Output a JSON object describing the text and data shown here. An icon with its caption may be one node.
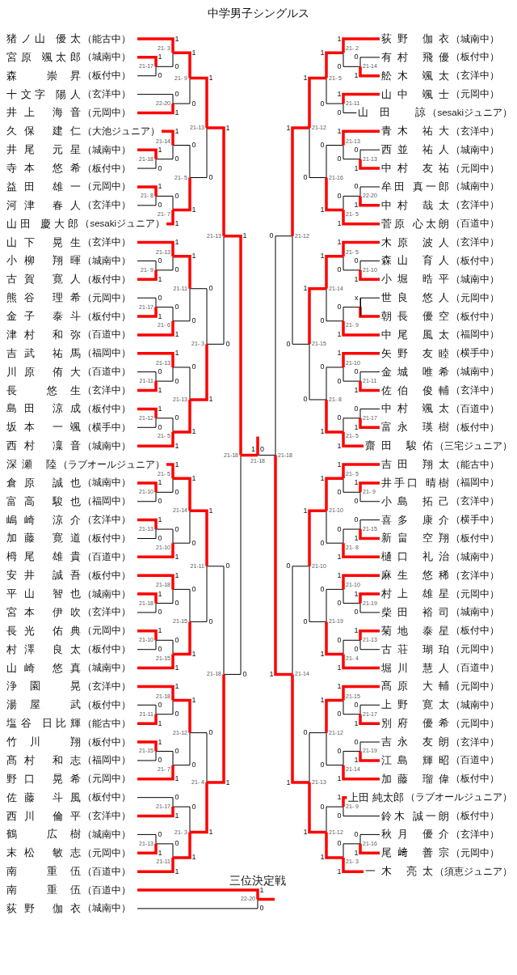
{
  "diagram": {
    "title": "中学男子シングルス",
    "nodes": [
      {
        "text": [
          "猪ノ山 優太",
          "（能古中）"
        ]
      },
      {
        "text": [
          "宮原 颯太郎",
          "（城南中）"
        ]
      },
      {
        "text": [
          "森 崇昇",
          "（板付中）"
        ]
      },
      {
        "text": [
          "十文字 陽人",
          "（玄洋中）"
        ]
      },
      {
        "text": [
          "井上 海音",
          "（元岡中）"
        ]
      },
      {
        "text": [
          "久保 建仁",
          "（大池ジュニア）"
        ]
      },
      {
        "text": [
          "井尾 元星",
          "（城南中）"
        ]
      },
      {
        "text": [
          "寺本 悠希",
          "（板付中）"
        ]
      },
      {
        "text": [
          "益田 雄一",
          "（元岡中）"
        ]
      },
      {
        "text": [
          "河津 春人",
          "（玄洋中）"
        ]
      },
      {
        "text": [
          "山田 慶大郎",
          "（sesakiジュニア）"
        ]
      },
      {
        "text": [
          "山下 晃生",
          "（玄洋中）"
        ]
      },
      {
        "text": [
          "小柳 翔暉",
          "（城南中）"
        ]
      },
      {
        "text": [
          "古賀 寛人",
          "（板付中）"
        ]
      },
      {
        "text": [
          "熊谷 理希",
          "（元岡中）"
        ]
      },
      {
        "text": [
          "金子 泰斗",
          "（板付中）"
        ]
      },
      {
        "text": [
          "津村 和弥",
          "（百道中）"
        ]
      },
      {
        "text": [
          "吉武 祐馬",
          "（福岡中）"
        ]
      },
      {
        "text": [
          "川原 侑大",
          "（百道中）"
        ]
      },
      {
        "text": [
          "長 悠生",
          "（玄洋中）"
        ]
      },
      {
        "text": [
          "島田 涼成",
          "（板付中）"
        ]
      },
      {
        "text": [
          "坂本 一颯",
          "（横手中）"
        ]
      },
      {
        "text": [
          "西村 凜音",
          "（城南中）"
        ]
      },
      {
        "text": [
          "深瀬 陸",
          "（ラブオールジュニア）"
        ]
      },
      {
        "text": [
          "倉原 誠也",
          "（城南中）"
        ]
      },
      {
        "text": [
          "富高 駿也",
          "（福岡中）"
        ]
      },
      {
        "text": [
          "嶋崎 涼介",
          "（玄洋中）"
        ]
      },
      {
        "text": [
          "加藤 寛道",
          "（板付中）"
        ]
      },
      {
        "text": [
          "栂尾 雄貴",
          "（百道中）"
        ]
      },
      {
        "text": [
          "安井 誠吾",
          "（板付中）"
        ]
      },
      {
        "text": [
          "平山 智也",
          "（城南中）"
        ]
      },
      {
        "text": [
          "宮本 伊吹",
          "（玄洋中）"
        ]
      },
      {
        "text": [
          "長光 佑典",
          "（元岡中）"
        ]
      },
      {
        "text": [
          "村澤 良太",
          "（板付中）"
        ]
      },
      {
        "text": [
          "山崎 悠真",
          "（城南中）"
        ]
      },
      {
        "text": [
          "浄園 晃",
          "（玄洋中）"
        ]
      },
      {
        "text": [
          "湯屋 武",
          "（板付中）"
        ]
      },
      {
        "text": [
          "塩谷 日比輝",
          "（能古中）"
        ]
      },
      {
        "text": [
          "竹川 翔",
          "（板付中）"
        ]
      },
      {
        "text": [
          "髙村 和志",
          "（福岡中）"
        ]
      },
      {
        "text": [
          "野口 晃希",
          "（元岡中）"
        ]
      },
      {
        "text": [
          "佐藤 斗風",
          "（板付中）"
        ]
      },
      {
        "text": [
          "西川 倫平",
          "（玄洋中）"
        ]
      },
      {
        "text": [
          "鶴 広樹",
          "（城南中）"
        ]
      },
      {
        "text": [
          "末松 敏志",
          "（元岡中）"
        ]
      },
      {
        "text": [
          "南 重伍",
          "（百道中）"
        ]
      },
      {
        "text": [
          "荻野 伽衣",
          "（城南中）"
        ]
      },
      {
        "text": [
          "有村 飛優",
          "（板付中）"
        ]
      },
      {
        "text": [
          "舩木 颯太",
          "（玄洋中）"
        ]
      },
      {
        "text": [
          "山中 颯士",
          "（元岡中）"
        ]
      },
      {
        "text": [
          "山田 諒",
          "（sesakiジュニア）"
        ]
      },
      {
        "text": [
          "青木 祐大",
          "（玄洋中）"
        ]
      },
      {
        "text": [
          "西並 祐人",
          "（城南中）"
        ]
      },
      {
        "text": [
          "中村 友祐",
          "（元岡中）"
        ]
      },
      {
        "text": [
          "牟田 真一郎",
          "（城南中）"
        ]
      },
      {
        "text": [
          "中村 哉太",
          "（玄洋中）"
        ]
      },
      {
        "text": [
          "菅原 心太朗",
          "（百道中）"
        ]
      },
      {
        "text": [
          "木原 波人",
          "（玄洋中）"
        ]
      },
      {
        "text": [
          "森山 育人",
          "（板付中）"
        ]
      },
      {
        "text": [
          "小堀 晧平",
          "（城南中）"
        ]
      },
      {
        "text": [
          "世良 悠人",
          "（元岡中）"
        ]
      },
      {
        "text": [
          "朝長 優空",
          "（板付中）"
        ]
      },
      {
        "text": [
          "中尾 風太",
          "（福岡中）"
        ]
      },
      {
        "text": [
          "矢野 友睦",
          "（横手中）"
        ]
      },
      {
        "text": [
          "金城 唯希",
          "（城南中）"
        ]
      },
      {
        "text": [
          "佐伯 俊輔",
          "（玄洋中）"
        ]
      },
      {
        "text": [
          "中村 颯太",
          "（百道中）"
        ]
      },
      {
        "text": [
          "富永 瑛樹",
          "（板付中）"
        ]
      },
      {
        "text": [
          "齋田 駿佑",
          "（三宅ジュニア）"
        ]
      },
      {
        "text": [
          "吉田 翔太",
          "（能古中）"
        ]
      },
      {
        "text": [
          "井手口 晴樹",
          "（福岡中）"
        ]
      },
      {
        "text": [
          "小島 拓己",
          "（玄洋中）"
        ]
      },
      {
        "text": [
          "喜多 康介",
          "（横手中）"
        ]
      },
      {
        "text": [
          "新畠 空翔",
          "（板付中）"
        ]
      },
      {
        "text": [
          "樋口 礼治",
          "（城南中）"
        ]
      },
      {
        "text": [
          "麻生 悠稀",
          "（玄洋中）"
        ]
      },
      {
        "text": [
          "村上 雄星",
          "（元岡中）"
        ]
      },
      {
        "text": [
          "柴田 裕司",
          "（城南中）"
        ]
      },
      {
        "text": [
          "菊地 泰星",
          "（板付中）"
        ]
      },
      {
        "text": [
          "古荘 瑚珀",
          "（元岡中）"
        ]
      },
      {
        "text": [
          "堀川 慧人",
          "（百道中）"
        ]
      },
      {
        "text": [
          "髙原 大輔",
          "（元岡中）"
        ]
      },
      {
        "text": [
          "上野 寛太",
          "（城南中）"
        ]
      },
      {
        "text": [
          "別府 優希",
          "（元岡中）"
        ]
      },
      {
        "text": [
          "吉永 友朗",
          "（玄洋中）"
        ]
      },
      {
        "text": [
          "江島 輝昭",
          "（百道中）"
        ]
      },
      {
        "text": [
          "加藤 瑠偉",
          "（板付中）"
        ]
      },
      {
        "text": [
          "上田 純太郎",
          "（ラブオールジュニア）"
        ]
      },
      {
        "text": [
          "鈴木 誠一朗",
          "（板付中）"
        ]
      },
      {
        "text": [
          "秋月 優介",
          "（玄洋中）"
        ]
      },
      {
        "text": [
          "尾﨑 善宗",
          "（元岡中）"
        ]
      },
      {
        "text": [
          "一木 亮太",
          "（須恵ジュニア）"
        ]
      },
      {
        "text": [
          "南 重伍",
          "（百道中）"
        ]
      },
      {
        "text": [
          "荻野 伽衣",
          "（城南中）"
        ]
      },
      {
        "text": [
          "21-17"
        ]
      },
      {
        "text": [
          "21- 3"
        ]
      },
      {
        "text": [
          "22-20"
        ]
      },
      {
        "text": [
          "21- 9"
        ]
      },
      {
        "text": [
          "21-18"
        ]
      },
      {
        "text": [
          "21-14"
        ]
      },
      {
        "text": [
          "21- 8"
        ]
      },
      {
        "text": [
          "21- 7"
        ]
      },
      {
        "text": [
          "21- 5"
        ]
      },
      {
        "text": [
          "21-13"
        ]
      },
      {
        "text": [
          "21- 9"
        ]
      },
      {
        "text": [
          "21-13"
        ]
      },
      {
        "text": [
          "21-17"
        ]
      },
      {
        "text": [
          "21- 6"
        ]
      },
      {
        "text": [
          "21-11"
        ]
      },
      {
        "text": [
          "21-11"
        ]
      },
      {
        "text": [
          "21-13"
        ]
      },
      {
        "text": [
          "21-12"
        ]
      },
      {
        "text": [
          "21- 5"
        ]
      },
      {
        "text": [
          "21-13"
        ]
      },
      {
        "text": [
          "21- 3"
        ]
      },
      {
        "text": [
          "21-13"
        ]
      },
      {
        "text": [
          "21-10"
        ]
      },
      {
        "text": [
          "21- 5"
        ]
      },
      {
        "text": [
          "21-13"
        ]
      },
      {
        "text": [
          "21-10"
        ]
      },
      {
        "text": [
          "21-14"
        ]
      },
      {
        "text": [
          "21-18"
        ]
      },
      {
        "text": [
          "21-18"
        ]
      },
      {
        "text": [
          "21-10"
        ]
      },
      {
        "text": [
          "21-15"
        ]
      },
      {
        "text": [
          "21-15"
        ]
      },
      {
        "text": [
          "21-11"
        ]
      },
      {
        "text": [
          "21-11"
        ]
      },
      {
        "text": [
          "21-18"
        ]
      },
      {
        "text": [
          "21-15"
        ]
      },
      {
        "text": [
          "21- 7"
        ]
      },
      {
        "text": [
          "21-12"
        ]
      },
      {
        "text": [
          "21-17"
        ]
      },
      {
        "text": [
          "21-13"
        ]
      },
      {
        "text": [
          "21-11"
        ]
      },
      {
        "text": [
          "21- 3"
        ]
      },
      {
        "text": [
          "21- 4"
        ]
      },
      {
        "text": [
          "21-18"
        ]
      },
      {
        "text": [
          "21-18"
        ]
      },
      {
        "text": [
          "21-14"
        ]
      },
      {
        "text": [
          "21- 2"
        ]
      },
      {
        "text": [
          "21-11"
        ]
      },
      {
        "text": [
          "21- 5"
        ]
      },
      {
        "text": [
          "21-13"
        ]
      },
      {
        "text": [
          "21-13"
        ]
      },
      {
        "text": [
          "22-20"
        ]
      },
      {
        "text": [
          "21- 5"
        ]
      },
      {
        "text": [
          "21-16"
        ]
      },
      {
        "text": [
          "21-12"
        ]
      },
      {
        "text": [
          "21-10"
        ]
      },
      {
        "text": [
          "21- 5"
        ]
      },
      {
        "text": [],
        "shape": "bar"
      },
      {
        "text": [
          "21- 9"
        ]
      },
      {
        "text": [
          "21-14"
        ]
      },
      {
        "text": [
          "21-11"
        ]
      },
      {
        "text": [
          "21-10"
        ]
      },
      {
        "text": [
          "21-17"
        ]
      },
      {
        "text": [
          "21- 5"
        ]
      },
      {
        "text": [
          "21- 8"
        ]
      },
      {
        "text": [
          "21-15"
        ]
      },
      {
        "text": [
          "21-12"
        ]
      },
      {
        "text": [
          "21- 9"
        ]
      },
      {
        "text": [
          "21- 5"
        ]
      },
      {
        "text": [
          "21-15"
        ]
      },
      {
        "text": [
          "21- 8"
        ]
      },
      {
        "text": [
          "21-10"
        ]
      },
      {
        "text": [
          "21-19"
        ]
      },
      {
        "text": [
          "21-10"
        ]
      },
      {
        "text": [
          "21-13"
        ]
      },
      {
        "text": [
          "21- 4"
        ]
      },
      {
        "text": [
          "21-19"
        ]
      },
      {
        "text": [
          "21-10"
        ]
      },
      {
        "text": [
          "21-17"
        ]
      },
      {
        "text": [
          "21-15"
        ]
      },
      {
        "text": [
          "21-19"
        ]
      },
      {
        "text": [
          "21-14"
        ]
      },
      {
        "text": [
          "21-12"
        ]
      },
      {
        "text": [
          "21- 9"
        ]
      },
      {
        "text": [
          "21-16"
        ]
      },
      {
        "text": [
          "21- 3"
        ]
      },
      {
        "text": [
          "21-12"
        ]
      },
      {
        "text": [
          "21-13"
        ]
      },
      {
        "text": [
          "21-14"
        ]
      },
      {
        "text": [
          "21-18"
        ]
      },
      {
        "text": [
          "21-18"
        ]
      },
      {
        "text": [
          "22-20"
        ]
      }
    ],
    "edges": [
      {
        "from": 1,
        "to": 94,
        "arrow": "none",
        "label": "1"
      },
      {
        "from": 2,
        "to": 94,
        "arrow": "none",
        "label": "0",
        "color": "#000000"
      },
      {
        "from": 0,
        "to": 95,
        "arrow": "none",
        "label": "1"
      },
      {
        "from": 94,
        "to": 95,
        "arrow": "none",
        "label": "0",
        "color": "#000000"
      },
      {
        "from": 3,
        "to": 96,
        "arrow": "none",
        "label": "0",
        "color": "#000000"
      },
      {
        "from": 4,
        "to": 96,
        "arrow": "none",
        "label": "1"
      },
      {
        "from": 95,
        "to": 97,
        "arrow": "none",
        "label": "1"
      },
      {
        "from": 96,
        "to": 97,
        "arrow": "none",
        "label": "0",
        "color": "#000000"
      },
      {
        "from": 6,
        "to": 98,
        "arrow": "none",
        "label": "1"
      },
      {
        "from": 7,
        "to": 98,
        "arrow": "none",
        "label": "0",
        "color": "#000000"
      },
      {
        "from": 5,
        "to": 99,
        "arrow": "none",
        "label": "1"
      },
      {
        "from": 98,
        "to": 99,
        "arrow": "none",
        "label": "0",
        "color": "#000000"
      },
      {
        "from": 8,
        "to": 100,
        "arrow": "none",
        "label": "1"
      },
      {
        "from": 9,
        "to": 100,
        "arrow": "none",
        "label": "0",
        "color": "#000000"
      },
      {
        "from": 100,
        "to": 101,
        "arrow": "none",
        "label": "0",
        "color": "#000000"
      },
      {
        "from": 10,
        "to": 101,
        "arrow": "none",
        "label": "1"
      },
      {
        "from": 99,
        "to": 102,
        "arrow": "none",
        "label": "0",
        "color": "#000000"
      },
      {
        "from": 101,
        "to": 102,
        "arrow": "none",
        "label": "1"
      },
      {
        "from": 97,
        "to": 103,
        "arrow": "none",
        "label": "1"
      },
      {
        "from": 102,
        "to": 103,
        "arrow": "none",
        "label": "0",
        "color": "#000000"
      },
      {
        "from": 12,
        "to": 104,
        "arrow": "none",
        "label": "0",
        "color": "#000000"
      },
      {
        "from": 13,
        "to": 104,
        "arrow": "none",
        "label": "1"
      },
      {
        "from": 11,
        "to": 105,
        "arrow": "none",
        "label": "1"
      },
      {
        "from": 104,
        "to": 105,
        "arrow": "none",
        "label": "0",
        "color": "#000000"
      },
      {
        "from": 14,
        "to": 106,
        "arrow": "none",
        "label": "0",
        "color": "#000000"
      },
      {
        "from": 15,
        "to": 106,
        "arrow": "none",
        "label": "1"
      },
      {
        "from": 106,
        "to": 107,
        "arrow": "none",
        "label": "0",
        "color": "#000000"
      },
      {
        "from": 16,
        "to": 107,
        "arrow": "none",
        "label": "1"
      },
      {
        "from": 105,
        "to": 108,
        "arrow": "none",
        "label": "1"
      },
      {
        "from": 107,
        "to": 108,
        "arrow": "none",
        "label": "0",
        "color": "#000000"
      },
      {
        "from": 18,
        "to": 109,
        "arrow": "none",
        "label": "0",
        "color": "#000000"
      },
      {
        "from": 19,
        "to": 109,
        "arrow": "none",
        "label": "1"
      },
      {
        "from": 17,
        "to": 110,
        "arrow": "none",
        "label": "1"
      },
      {
        "from": 109,
        "to": 110,
        "arrow": "none",
        "label": "0",
        "color": "#000000"
      },
      {
        "from": 20,
        "to": 111,
        "arrow": "none",
        "label": "1"
      },
      {
        "from": 21,
        "to": 111,
        "arrow": "none",
        "label": "0",
        "color": "#000000"
      },
      {
        "from": 111,
        "to": 112,
        "arrow": "none",
        "label": "0",
        "color": "#000000"
      },
      {
        "from": 22,
        "to": 112,
        "arrow": "none",
        "label": "1"
      },
      {
        "from": 110,
        "to": 113,
        "arrow": "none",
        "label": "0",
        "color": "#000000"
      },
      {
        "from": 112,
        "to": 113,
        "arrow": "none",
        "label": "1"
      },
      {
        "from": 108,
        "to": 114,
        "arrow": "none",
        "label": "0",
        "color": "#000000"
      },
      {
        "from": 113,
        "to": 114,
        "arrow": "none",
        "label": "1"
      },
      {
        "from": 103,
        "to": 115,
        "arrow": "none",
        "label": "1"
      },
      {
        "from": 114,
        "to": 115,
        "arrow": "none",
        "label": "0",
        "color": "#000000"
      },
      {
        "from": 24,
        "to": 116,
        "arrow": "none",
        "label": "1"
      },
      {
        "from": 25,
        "to": 116,
        "arrow": "none",
        "label": "0",
        "color": "#000000"
      },
      {
        "from": 23,
        "to": 117,
        "arrow": "none",
        "label": "1"
      },
      {
        "from": 116,
        "to": 117,
        "arrow": "none",
        "label": "0",
        "color": "#000000"
      },
      {
        "from": 26,
        "to": 118,
        "arrow": "none",
        "label": "1"
      },
      {
        "from": 27,
        "to": 118,
        "arrow": "none",
        "label": "0",
        "color": "#000000"
      },
      {
        "from": 118,
        "to": 119,
        "arrow": "none",
        "label": "0",
        "color": "#000000"
      },
      {
        "from": 28,
        "to": 119,
        "arrow": "none",
        "label": "1"
      },
      {
        "from": 117,
        "to": 120,
        "arrow": "none",
        "label": "1"
      },
      {
        "from": 119,
        "to": 120,
        "arrow": "none",
        "label": "0",
        "color": "#000000"
      },
      {
        "from": 30,
        "to": 121,
        "arrow": "none",
        "label": "1"
      },
      {
        "from": 31,
        "to": 121,
        "arrow": "none",
        "label": "0",
        "color": "#000000"
      },
      {
        "from": 29,
        "to": 122,
        "arrow": "none",
        "label": "1"
      },
      {
        "from": 121,
        "to": 122,
        "arrow": "none",
        "label": "0",
        "color": "#000000"
      },
      {
        "from": 32,
        "to": 123,
        "arrow": "none",
        "label": "1"
      },
      {
        "from": 33,
        "to": 123,
        "arrow": "none",
        "label": "0",
        "color": "#000000"
      },
      {
        "from": 123,
        "to": 124,
        "arrow": "none",
        "label": "0",
        "color": "#000000"
      },
      {
        "from": 34,
        "to": 124,
        "arrow": "none",
        "label": "1"
      },
      {
        "from": 122,
        "to": 125,
        "arrow": "none",
        "label": "0",
        "color": "#000000"
      },
      {
        "from": 124,
        "to": 125,
        "arrow": "none",
        "label": "1"
      },
      {
        "from": 120,
        "to": 126,
        "arrow": "none",
        "label": "1"
      },
      {
        "from": 125,
        "to": 126,
        "arrow": "none",
        "label": "0",
        "color": "#000000"
      },
      {
        "from": 36,
        "to": 127,
        "arrow": "none",
        "label": "0",
        "color": "#000000"
      },
      {
        "from": 37,
        "to": 127,
        "arrow": "none",
        "label": "1"
      },
      {
        "from": 35,
        "to": 128,
        "arrow": "none",
        "label": "1"
      },
      {
        "from": 127,
        "to": 128,
        "arrow": "none",
        "label": "0",
        "color": "#000000"
      },
      {
        "from": 38,
        "to": 129,
        "arrow": "none",
        "label": "1"
      },
      {
        "from": 39,
        "to": 129,
        "arrow": "none",
        "label": "0",
        "color": "#000000"
      },
      {
        "from": 129,
        "to": 130,
        "arrow": "none",
        "label": "0",
        "color": "#000000"
      },
      {
        "from": 40,
        "to": 130,
        "arrow": "none",
        "label": "1"
      },
      {
        "from": 128,
        "to": 131,
        "arrow": "none",
        "label": "1"
      },
      {
        "from": 130,
        "to": 131,
        "arrow": "none",
        "label": "0",
        "color": "#000000"
      },
      {
        "from": 41,
        "to": 132,
        "arrow": "none",
        "label": "0",
        "color": "#000000"
      },
      {
        "from": 42,
        "to": 132,
        "arrow": "none",
        "label": "1"
      },
      {
        "from": 43,
        "to": 133,
        "arrow": "none",
        "label": "0",
        "color": "#000000"
      },
      {
        "from": 44,
        "to": 133,
        "arrow": "none",
        "label": "1"
      },
      {
        "from": 133,
        "to": 134,
        "arrow": "none",
        "label": "0",
        "color": "#000000"
      },
      {
        "from": 45,
        "to": 134,
        "arrow": "none",
        "label": "1"
      },
      {
        "from": 132,
        "to": 135,
        "arrow": "none",
        "label": "0",
        "color": "#000000"
      },
      {
        "from": 134,
        "to": 135,
        "arrow": "none",
        "label": "1"
      },
      {
        "from": 131,
        "to": 136,
        "arrow": "none",
        "label": "0",
        "color": "#000000"
      },
      {
        "from": 135,
        "to": 136,
        "arrow": "none",
        "label": "1"
      },
      {
        "from": 126,
        "to": 137,
        "arrow": "none",
        "label": "0",
        "color": "#000000"
      },
      {
        "from": 136,
        "to": 137,
        "arrow": "none",
        "label": "1"
      },
      {
        "from": 115,
        "to": 138,
        "arrow": "none",
        "label": "1"
      },
      {
        "from": 137,
        "to": 138,
        "arrow": "none",
        "label": "0",
        "color": "#000000"
      },
      {
        "from": 47,
        "to": 139,
        "arrow": "none",
        "label": "0",
        "color": "#000000"
      },
      {
        "from": 48,
        "to": 139,
        "arrow": "none",
        "label": "1"
      },
      {
        "from": 46,
        "to": 140,
        "arrow": "none",
        "label": "1"
      },
      {
        "from": 139,
        "to": 140,
        "arrow": "none",
        "label": "0",
        "color": "#000000"
      },
      {
        "from": 49,
        "to": 141,
        "arrow": "none",
        "label": "1"
      },
      {
        "from": 50,
        "to": 141,
        "arrow": "none",
        "label": "0",
        "color": "#000000"
      },
      {
        "from": 140,
        "to": 142,
        "arrow": "none",
        "label": "1"
      },
      {
        "from": 141,
        "to": 142,
        "arrow": "none",
        "label": "0",
        "color": "#000000"
      },
      {
        "from": 52,
        "to": 143,
        "arrow": "none",
        "label": "0",
        "color": "#000000"
      },
      {
        "from": 53,
        "to": 143,
        "arrow": "none",
        "label": "1"
      },
      {
        "from": 51,
        "to": 144,
        "arrow": "none",
        "label": "1"
      },
      {
        "from": 143,
        "to": 144,
        "arrow": "none",
        "label": "0",
        "color": "#000000"
      },
      {
        "from": 54,
        "to": 145,
        "arrow": "none",
        "label": "0",
        "color": "#000000"
      },
      {
        "from": 55,
        "to": 145,
        "arrow": "none",
        "label": "1"
      },
      {
        "from": 145,
        "to": 146,
        "arrow": "none",
        "label": "0",
        "color": "#000000"
      },
      {
        "from": 56,
        "to": 146,
        "arrow": "none",
        "label": "1"
      },
      {
        "from": 144,
        "to": 147,
        "arrow": "none",
        "label": "0",
        "color": "#000000"
      },
      {
        "from": 146,
        "to": 147,
        "arrow": "none",
        "label": "1"
      },
      {
        "from": 142,
        "to": 148,
        "arrow": "none",
        "label": "1"
      },
      {
        "from": 147,
        "to": 148,
        "arrow": "none",
        "label": "0",
        "color": "#000000"
      },
      {
        "from": 58,
        "to": 149,
        "arrow": "none",
        "label": "0",
        "color": "#000000"
      },
      {
        "from": 59,
        "to": 149,
        "arrow": "none",
        "label": "1"
      },
      {
        "from": 57,
        "to": 150,
        "arrow": "none",
        "label": "1"
      },
      {
        "from": 149,
        "to": 150,
        "arrow": "none",
        "label": "0",
        "color": "#000000"
      },
      {
        "from": 60,
        "to": 151,
        "arrow": "none",
        "label": "x",
        "color": "#000000"
      },
      {
        "from": 61,
        "to": 151,
        "arrow": "none"
      },
      {
        "from": 151,
        "to": 152,
        "arrow": "none",
        "label": "0",
        "color": "#000000"
      },
      {
        "from": 62,
        "to": 152,
        "arrow": "none",
        "label": "1"
      },
      {
        "from": 150,
        "to": 153,
        "arrow": "none",
        "label": "1"
      },
      {
        "from": 152,
        "to": 153,
        "arrow": "none",
        "label": "0",
        "color": "#000000"
      },
      {
        "from": 64,
        "to": 154,
        "arrow": "none",
        "label": "0",
        "color": "#000000"
      },
      {
        "from": 65,
        "to": 154,
        "arrow": "none",
        "label": "1"
      },
      {
        "from": 63,
        "to": 155,
        "arrow": "none",
        "label": "1"
      },
      {
        "from": 154,
        "to": 155,
        "arrow": "none",
        "label": "0",
        "color": "#000000"
      },
      {
        "from": 66,
        "to": 156,
        "arrow": "none",
        "label": "0",
        "color": "#000000"
      },
      {
        "from": 67,
        "to": 156,
        "arrow": "none",
        "label": "1"
      },
      {
        "from": 156,
        "to": 157,
        "arrow": "none",
        "label": "0",
        "color": "#000000"
      },
      {
        "from": 68,
        "to": 157,
        "arrow": "none",
        "label": "1"
      },
      {
        "from": 155,
        "to": 158,
        "arrow": "none",
        "label": "0",
        "color": "#000000"
      },
      {
        "from": 157,
        "to": 158,
        "arrow": "none",
        "label": "1"
      },
      {
        "from": 153,
        "to": 159,
        "arrow": "none",
        "label": "1"
      },
      {
        "from": 158,
        "to": 159,
        "arrow": "none",
        "label": "0",
        "color": "#000000"
      },
      {
        "from": 148,
        "to": 160,
        "arrow": "none",
        "label": "1"
      },
      {
        "from": 159,
        "to": 160,
        "arrow": "none",
        "label": "0",
        "color": "#000000"
      },
      {
        "from": 70,
        "to": 161,
        "arrow": "none",
        "label": "1"
      },
      {
        "from": 71,
        "to": 161,
        "arrow": "none",
        "label": "0",
        "color": "#000000"
      },
      {
        "from": 69,
        "to": 162,
        "arrow": "none",
        "label": "1"
      },
      {
        "from": 161,
        "to": 162,
        "arrow": "none",
        "label": "0",
        "color": "#000000"
      },
      {
        "from": 72,
        "to": 163,
        "arrow": "none",
        "label": "0",
        "color": "#000000"
      },
      {
        "from": 73,
        "to": 163,
        "arrow": "none",
        "label": "1"
      },
      {
        "from": 163,
        "to": 164,
        "arrow": "none",
        "label": "0",
        "color": "#000000"
      },
      {
        "from": 74,
        "to": 164,
        "arrow": "none",
        "label": "1"
      },
      {
        "from": 162,
        "to": 165,
        "arrow": "none",
        "label": "1"
      },
      {
        "from": 164,
        "to": 165,
        "arrow": "none",
        "label": "0",
        "color": "#000000"
      },
      {
        "from": 76,
        "to": 166,
        "arrow": "none",
        "label": "1"
      },
      {
        "from": 77,
        "to": 166,
        "arrow": "none",
        "label": "0",
        "color": "#000000"
      },
      {
        "from": 75,
        "to": 167,
        "arrow": "none",
        "label": "1"
      },
      {
        "from": 166,
        "to": 167,
        "arrow": "none",
        "label": "0",
        "color": "#000000"
      },
      {
        "from": 78,
        "to": 168,
        "arrow": "none",
        "label": "1"
      },
      {
        "from": 79,
        "to": 168,
        "arrow": "none",
        "label": "0",
        "color": "#000000"
      },
      {
        "from": 168,
        "to": 169,
        "arrow": "none",
        "label": "0",
        "color": "#000000"
      },
      {
        "from": 80,
        "to": 169,
        "arrow": "none",
        "label": "1"
      },
      {
        "from": 167,
        "to": 170,
        "arrow": "none",
        "label": "0",
        "color": "#000000"
      },
      {
        "from": 169,
        "to": 170,
        "arrow": "none",
        "label": "1"
      },
      {
        "from": 165,
        "to": 171,
        "arrow": "none",
        "label": "1"
      },
      {
        "from": 170,
        "to": 171,
        "arrow": "none",
        "label": "0",
        "color": "#000000"
      },
      {
        "from": 82,
        "to": 172,
        "arrow": "none",
        "label": "0",
        "color": "#000000"
      },
      {
        "from": 83,
        "to": 172,
        "arrow": "none",
        "label": "1"
      },
      {
        "from": 81,
        "to": 173,
        "arrow": "none",
        "label": "1"
      },
      {
        "from": 172,
        "to": 173,
        "arrow": "none",
        "label": "0",
        "color": "#000000"
      },
      {
        "from": 84,
        "to": 174,
        "arrow": "none",
        "label": "0",
        "color": "#000000"
      },
      {
        "from": 85,
        "to": 174,
        "arrow": "none",
        "label": "1"
      },
      {
        "from": 174,
        "to": 175,
        "arrow": "none",
        "label": "0",
        "color": "#000000"
      },
      {
        "from": 86,
        "to": 175,
        "arrow": "none",
        "label": "1"
      },
      {
        "from": 173,
        "to": 176,
        "arrow": "none",
        "label": "1"
      },
      {
        "from": 175,
        "to": 176,
        "arrow": "none",
        "label": "0",
        "color": "#000000"
      },
      {
        "from": 87,
        "to": 177,
        "arrow": "none",
        "label": "1"
      },
      {
        "from": 88,
        "to": 177,
        "arrow": "none",
        "label": "0",
        "color": "#000000"
      },
      {
        "from": 89,
        "to": 178,
        "arrow": "none",
        "label": "0",
        "color": "#000000"
      },
      {
        "from": 90,
        "to": 178,
        "arrow": "none",
        "label": "1"
      },
      {
        "from": 178,
        "to": 179,
        "arrow": "none",
        "label": "0",
        "color": "#000000"
      },
      {
        "from": 91,
        "to": 179,
        "arrow": "none",
        "label": "1"
      },
      {
        "from": 177,
        "to": 180,
        "arrow": "none",
        "label": "0",
        "color": "#000000"
      },
      {
        "from": 179,
        "to": 180,
        "arrow": "none",
        "label": "1"
      },
      {
        "from": 176,
        "to": 181,
        "arrow": "none",
        "label": "0",
        "color": "#000000"
      },
      {
        "from": 180,
        "to": 181,
        "arrow": "none",
        "label": "1"
      },
      {
        "from": 171,
        "to": 182,
        "arrow": "none",
        "label": "0",
        "color": "#000000"
      },
      {
        "from": 181,
        "to": 182,
        "arrow": "none",
        "label": "1"
      },
      {
        "from": 160,
        "to": 183,
        "arrow": "none",
        "label": "0",
        "color": "#000000"
      },
      {
        "from": 182,
        "to": 183,
        "arrow": "none",
        "label": "1"
      },
      {
        "from": 138,
        "to": 184,
        "arrow": "none",
        "label": "1"
      },
      {
        "from": 183,
        "to": 184,
        "arrow": "none",
        "label": "0",
        "color": "#000000"
      },
      {
        "from": 184,
        "to": null,
        "arrow": "none"
      },
      {
        "from": 92,
        "to": 185,
        "arrow": "none",
        "label": "1"
      },
      {
        "from": 93,
        "to": 185,
        "arrow": "none",
        "label": "0",
        "color": "#000000"
      },
      {
        "from": 185,
        "to": null,
        "arrow": "none"
      }
    ],
    "labels": [
      "三位決定戦"
    ]
  }
}
